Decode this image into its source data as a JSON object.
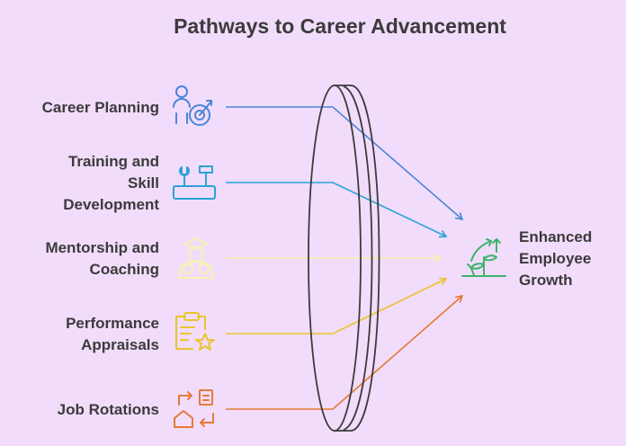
{
  "title": "Pathways to Career Advancement",
  "inputs": [
    {
      "label_lines": [
        "Career Planning"
      ],
      "icon": "career-target-icon",
      "color": "#4a86d9"
    },
    {
      "label_lines": [
        "Training and",
        "Skill",
        "Development"
      ],
      "icon": "tools-icon",
      "color": "#2aa3d6"
    },
    {
      "label_lines": [
        "Mentorship and",
        "Coaching"
      ],
      "icon": "mentor-icon",
      "color": "#f5f2b0"
    },
    {
      "label_lines": [
        "Performance",
        "Appraisals"
      ],
      "icon": "clipboard-star-icon",
      "color": "#e8c52e"
    },
    {
      "label_lines": [
        "Job Rotations"
      ],
      "icon": "rotation-arrows-icon",
      "color": "#e47a35"
    }
  ],
  "output": {
    "label_lines": [
      "Enhanced",
      "Employee",
      "Growth"
    ],
    "icon": "growth-plant-icon",
    "color": "#3db36b"
  }
}
